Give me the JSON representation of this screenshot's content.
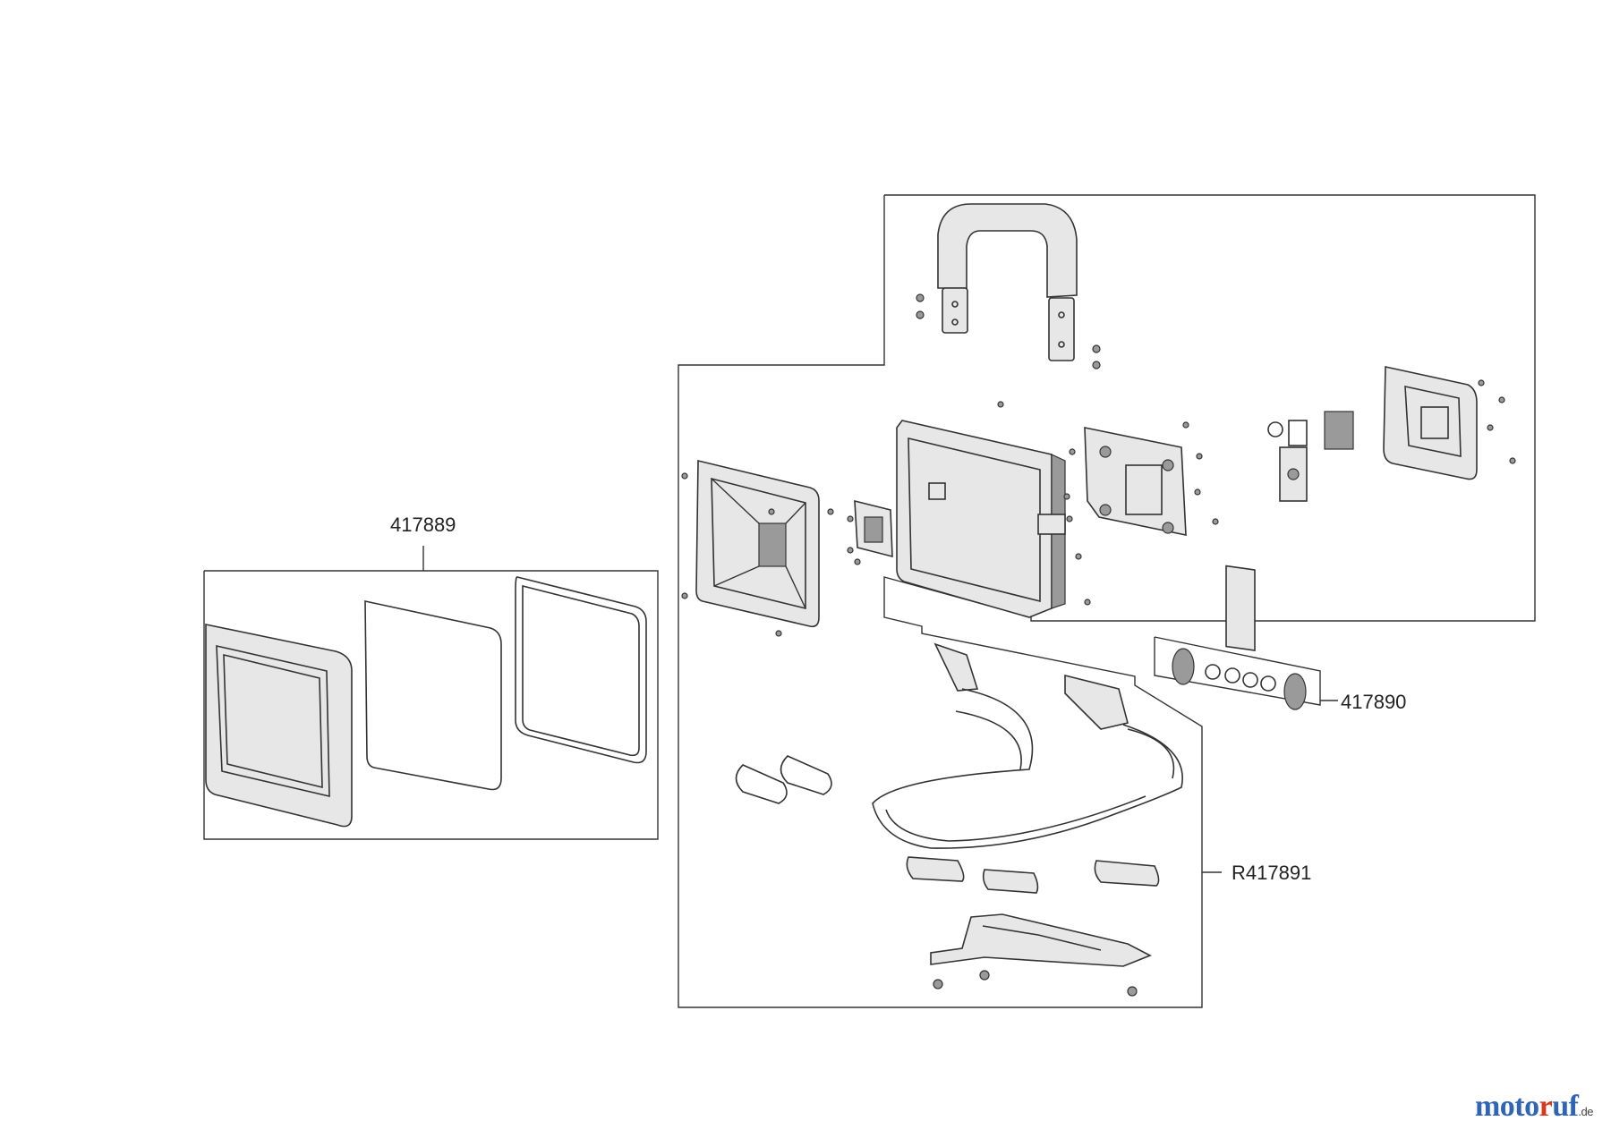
{
  "labels": {
    "lens_kit": "417889",
    "switch_kit": "417890",
    "stand_kit": "R417891"
  },
  "brand": {
    "part1": "moto",
    "part2": "r",
    "part3": "uf",
    "tld": ".de"
  },
  "colors": {
    "brand_blue": "#2f64b7",
    "brand_red": "#d9381f"
  }
}
